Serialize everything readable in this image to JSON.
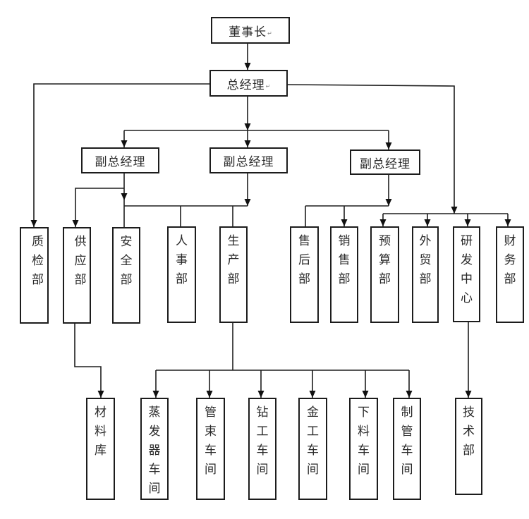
{
  "diagram": {
    "type": "organization-chart",
    "nodes": {
      "chairman": {
        "label": "董事长",
        "para_mark": "↵"
      },
      "general_manager": {
        "label": "总经理",
        "para_mark": "↵"
      },
      "vp_left": {
        "label": "副总经理"
      },
      "vp_center": {
        "label": "副总经理"
      },
      "vp_right": {
        "label": "副总经理"
      },
      "quality_dept": {
        "label": "质检部"
      },
      "supply_dept": {
        "label": "供应部"
      },
      "safety_dept": {
        "label": "安全部"
      },
      "hr_dept": {
        "label": "人事部"
      },
      "production_dept": {
        "label": "生产部"
      },
      "after_sales_dept": {
        "label": "售后部"
      },
      "sales_dept": {
        "label": "销售部"
      },
      "budget_dept": {
        "label": "预算部"
      },
      "foreign_trade_dept": {
        "label": "外贸部"
      },
      "rd_center": {
        "label": "研发中心"
      },
      "finance_dept": {
        "label": "财务部"
      },
      "materials_warehouse": {
        "label": "材料库"
      },
      "evaporator_workshop": {
        "label": "蒸发器车间"
      },
      "tube_bundle_workshop": {
        "label": "管束车间"
      },
      "drilling_workshop": {
        "label": "钻工车间"
      },
      "metalworking_workshop": {
        "label": "金工车间"
      },
      "blanking_workshop": {
        "label": "下料车间"
      },
      "tube_making_workshop": {
        "label": "制管车间"
      },
      "technical_dept": {
        "label": "技术部"
      }
    },
    "connections": [
      {
        "from": [
          "chairman"
        ],
        "to": [
          "general_manager"
        ]
      },
      {
        "from": [
          "general_manager"
        ],
        "to": [
          "quality_dept"
        ]
      },
      {
        "from": [
          "general_manager"
        ],
        "to": [
          "vp_left",
          "vp_center",
          "vp_right"
        ]
      },
      {
        "from": [
          "general_manager"
        ],
        "to": [
          "budget_dept",
          "foreign_trade_dept",
          "rd_center",
          "finance_dept"
        ]
      },
      {
        "from": [
          "vp_left"
        ],
        "to": [
          "supply_dept"
        ]
      },
      {
        "from": [
          "vp_left",
          "vp_center"
        ],
        "to": [
          "safety_dept",
          "hr_dept",
          "production_dept"
        ]
      },
      {
        "from": [
          "vp_right"
        ],
        "to": [
          "after_sales_dept",
          "sales_dept"
        ]
      },
      {
        "from": [
          "supply_dept"
        ],
        "to": [
          "materials_warehouse"
        ]
      },
      {
        "from": [
          "production_dept"
        ],
        "to": [
          "evaporator_workshop",
          "tube_bundle_workshop",
          "drilling_workshop",
          "metalworking_workshop",
          "blanking_workshop",
          "tube_making_workshop"
        ]
      },
      {
        "from": [
          "rd_center"
        ],
        "to": [
          "technical_dept"
        ]
      }
    ],
    "colors": {
      "line": "#1e1e1e",
      "box_border": "#1c1c1c",
      "text": "#2a2a2a",
      "background": "#ffffff"
    }
  }
}
